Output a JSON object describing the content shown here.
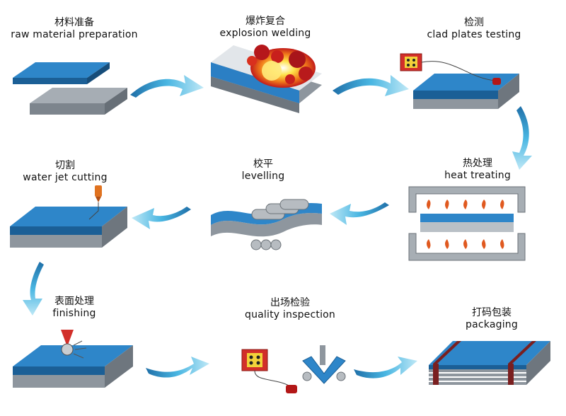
{
  "steps": [
    {
      "zh": "材料准备",
      "en": "raw material preparation"
    },
    {
      "zh": "爆炸复合",
      "en": "explosion welding"
    },
    {
      "zh": "检测",
      "en": "clad plates testing"
    },
    {
      "zh": "热处理",
      "en": "heat treating"
    },
    {
      "zh": "校平",
      "en": "levelling"
    },
    {
      "zh": "切割",
      "en": "water jet cutting"
    },
    {
      "zh": "表面处理",
      "en": "finishing"
    },
    {
      "zh": "出场检验",
      "en": "quality inspection"
    },
    {
      "zh": "打码包装",
      "en": "packaging"
    }
  ],
  "colors": {
    "blue": "#1f73b8",
    "steel": "#8e969e",
    "arrow": "#3aa5d8",
    "strap": "#7a1f1f"
  },
  "icons": [
    "arrow-right-icon",
    "arrow-left-icon",
    "arrow-down-icon"
  ]
}
